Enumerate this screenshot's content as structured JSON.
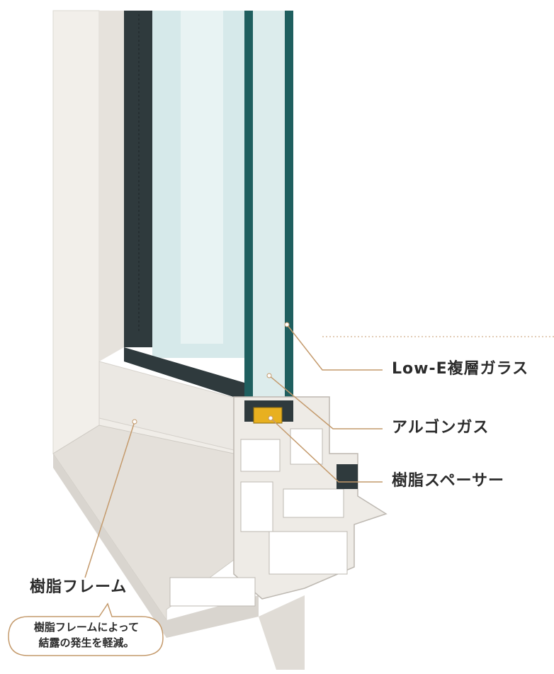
{
  "labels": {
    "low_e_glass": "Low-E複層ガラス",
    "argon_gas": "アルゴンガス",
    "resin_spacer": "樹脂スペーサー",
    "resin_frame": "樹脂フレーム"
  },
  "callout": {
    "line1": "樹脂フレームによって",
    "line2": "結露の発生を軽減。"
  },
  "colors": {
    "leader": "#c49a6c",
    "frame": "#eeebe6",
    "frame_shadow": "#d9d5cf",
    "glass_edge": "#1f5f5f",
    "glass": "#cfe4e4",
    "spacer": "#e8b020",
    "text": "#2b2b2b"
  }
}
